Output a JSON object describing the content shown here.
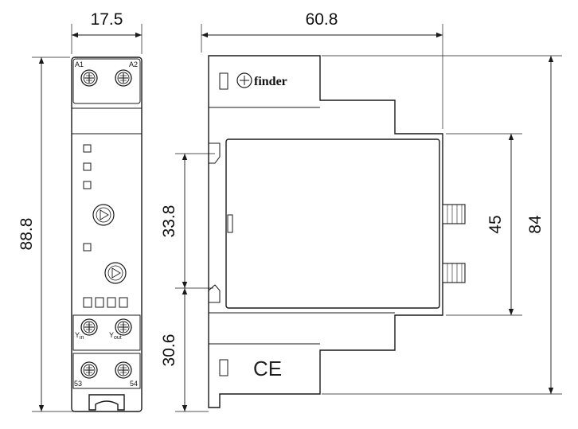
{
  "dimensions": {
    "front_width": "17.5",
    "side_depth": "60.8",
    "front_height": "88.8",
    "rail_upper": "33.8",
    "rail_lower": "30.6",
    "side_face": "45",
    "side_height": "84"
  },
  "terminals": {
    "a1": "A1",
    "a2": "A2",
    "y_in_main": "Y",
    "y_in_sub": "in",
    "y_out_main": "Y",
    "y_out_sub": "out",
    "t53": "53",
    "t54": "54"
  },
  "brand": "finder",
  "certification": "CE"
}
